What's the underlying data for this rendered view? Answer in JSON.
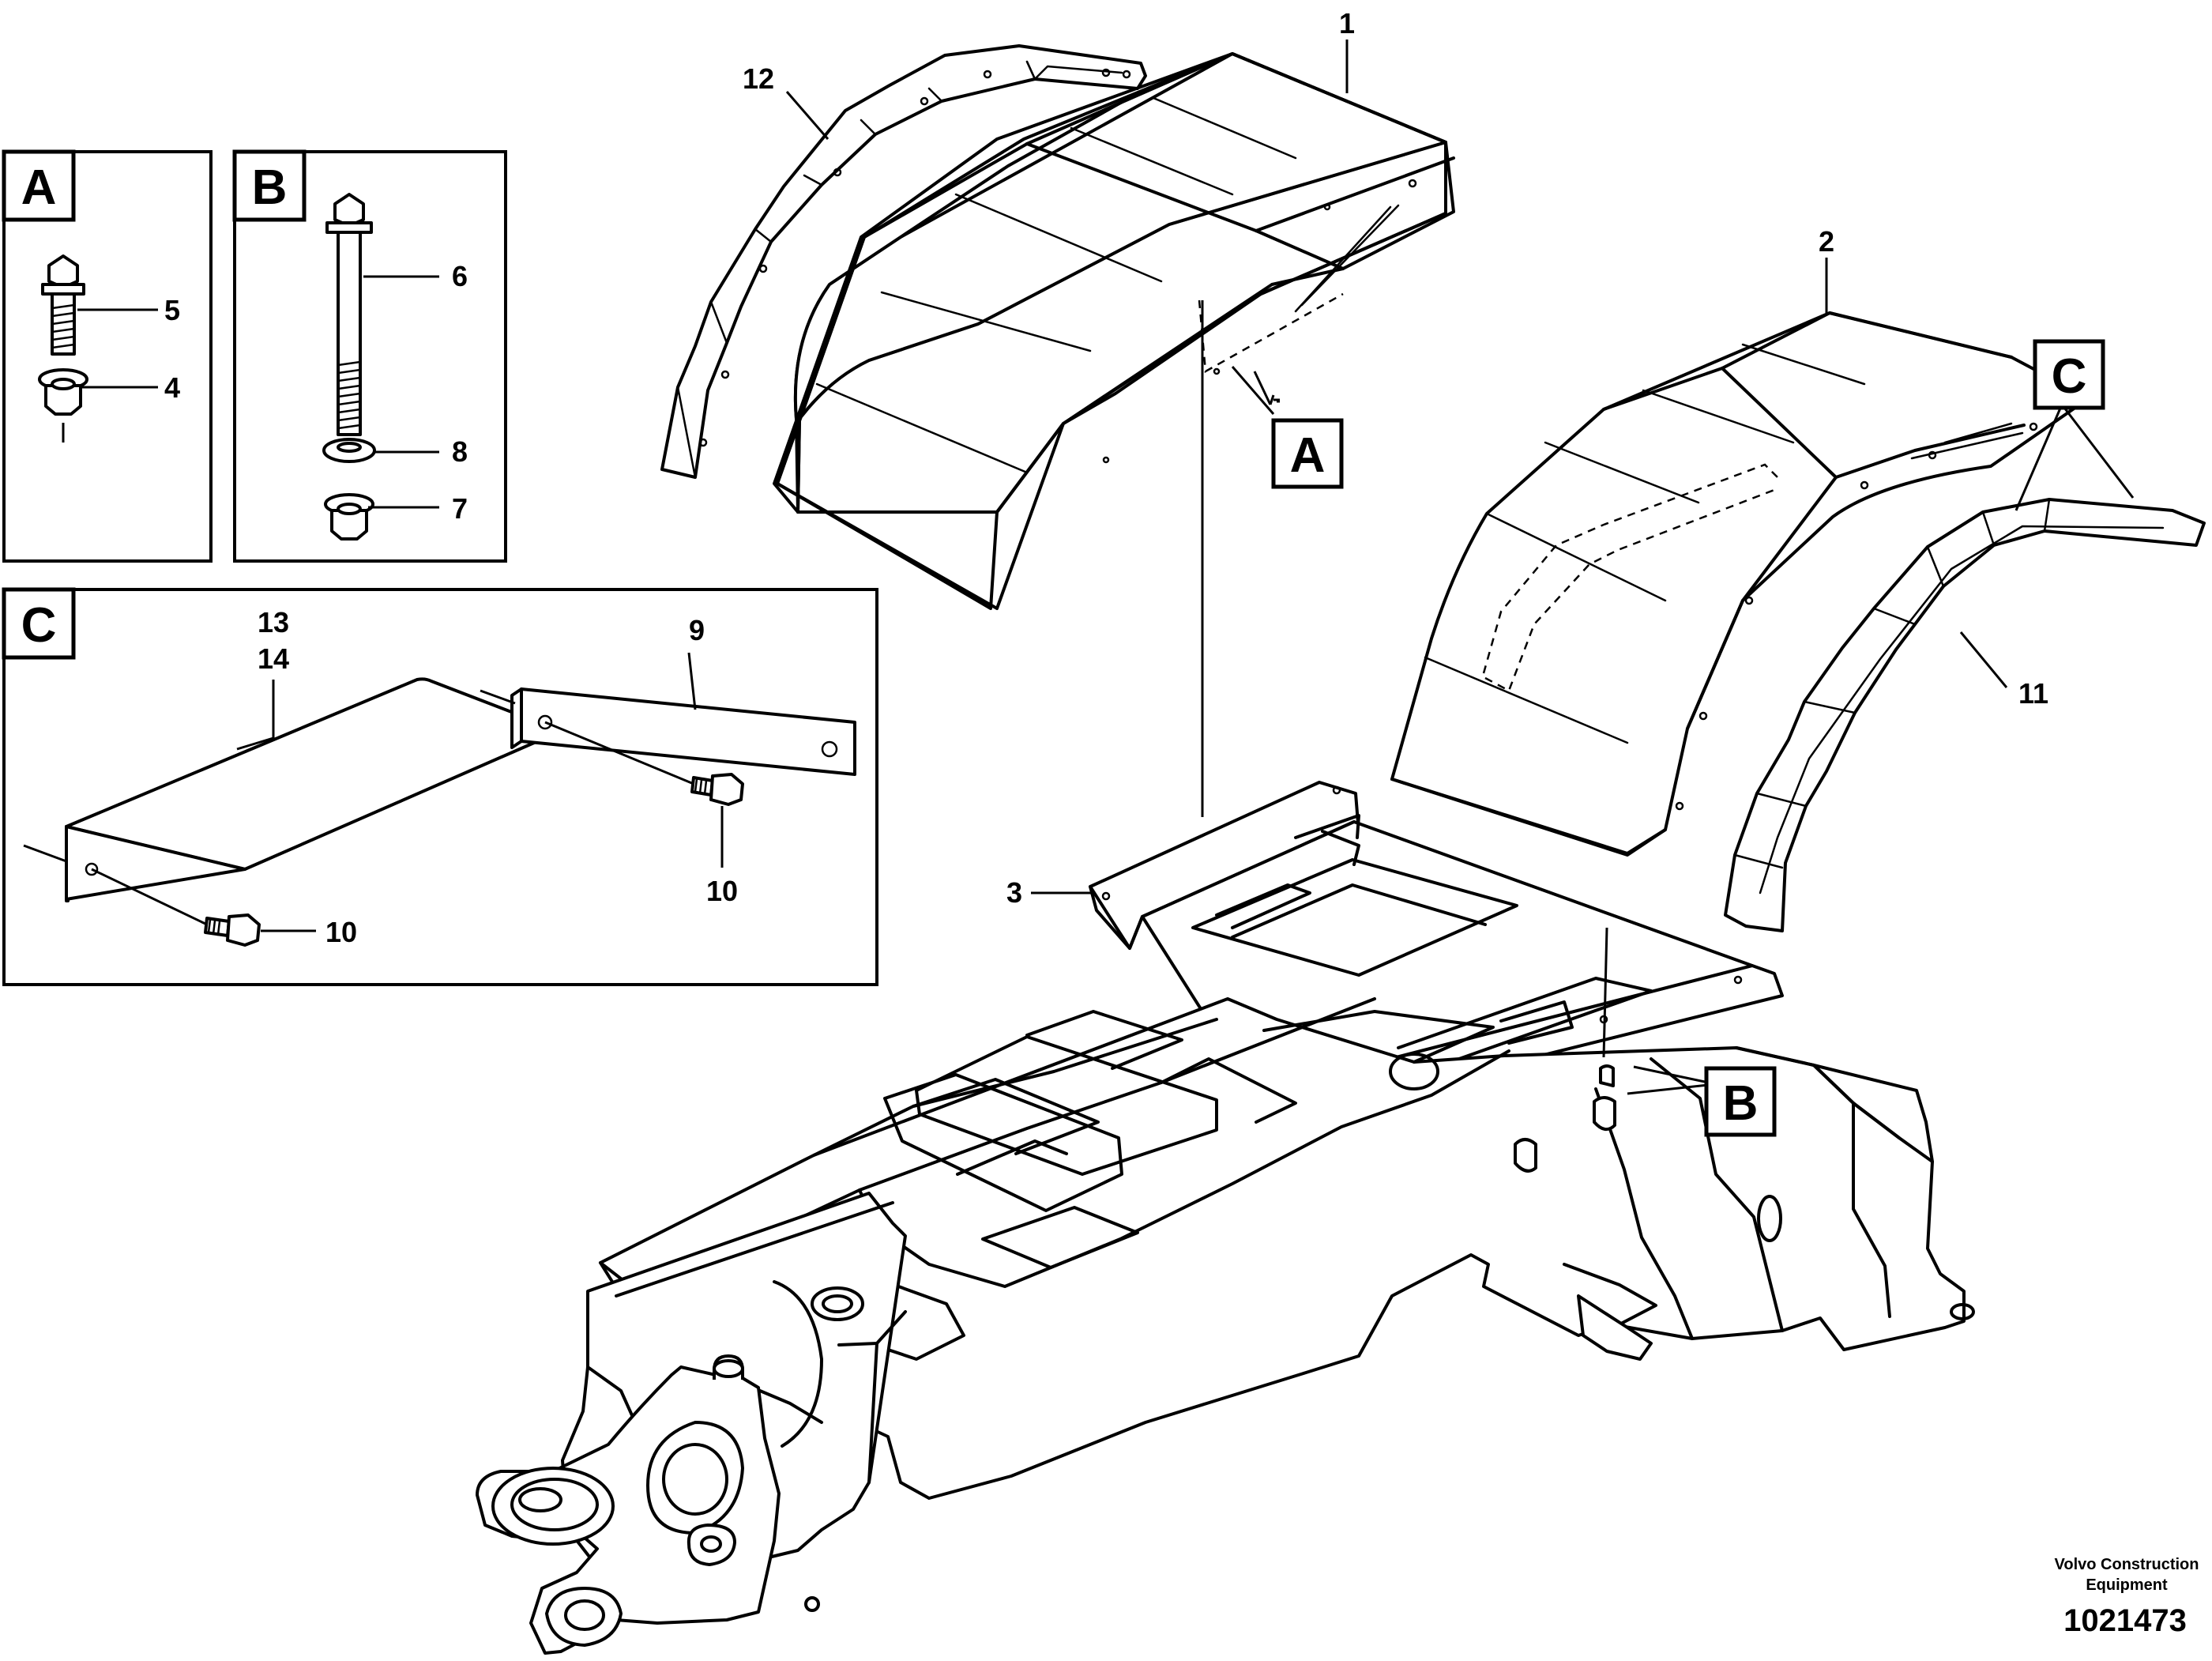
{
  "parts": {
    "p1": "1",
    "p2": "2",
    "p3": "3",
    "p4": "4",
    "p5": "5",
    "p6": "6",
    "p7": "7",
    "p8": "8",
    "p9": "9",
    "p10a": "10",
    "p10b": "10",
    "p11": "11",
    "p12": "12",
    "p13": "13",
    "p14": "14"
  },
  "detail_boxes": {
    "a": "A",
    "b": "B",
    "c": "C"
  },
  "callouts": {
    "a": "A",
    "b": "B",
    "c": "C"
  },
  "footer": {
    "company_line1": "Volvo Construction",
    "company_line2": "Equipment",
    "drawing_number": "1021473"
  }
}
